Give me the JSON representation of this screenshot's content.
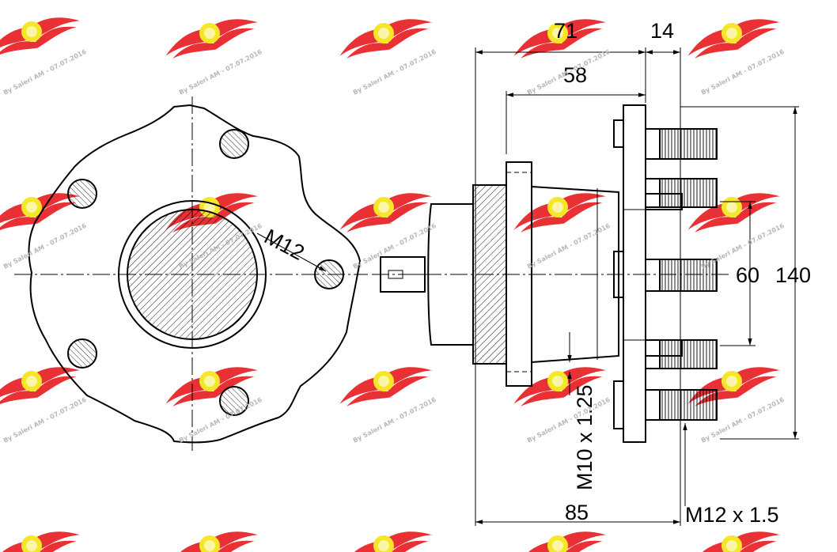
{
  "dimensions": {
    "d71": "71",
    "d14": "14",
    "d58": "58",
    "d60": "60",
    "d140": "140",
    "d85": "85",
    "m12": "M12",
    "m10": "M10 x 1.25",
    "m12x15": "M12 x 1.5"
  },
  "watermark": {
    "text": "By Saleri AM - 07.07.2016",
    "wing_color": "#e8262b",
    "badge_color": "#f5e51b"
  }
}
